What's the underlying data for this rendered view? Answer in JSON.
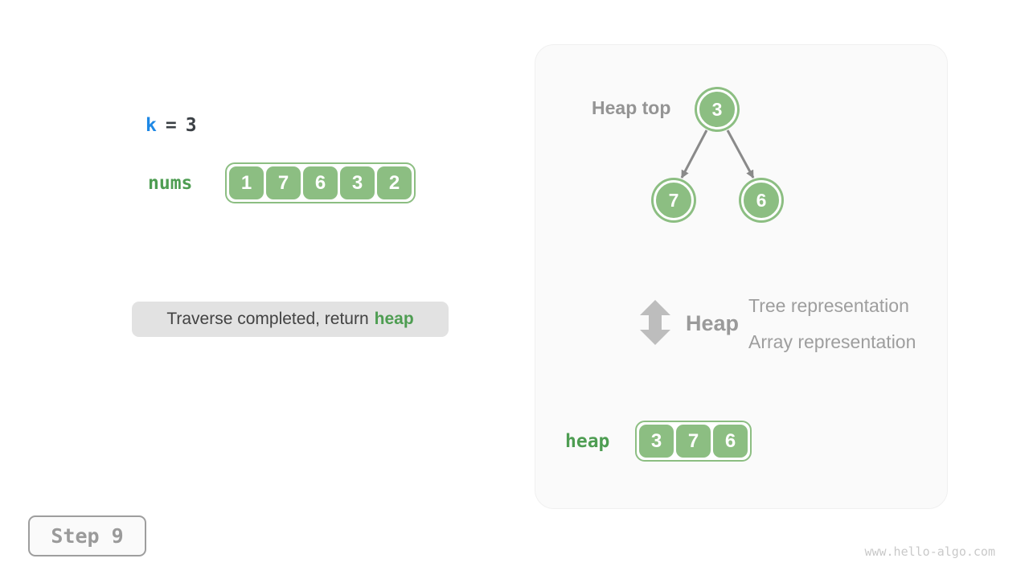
{
  "variables": {
    "k_name": "k",
    "equals": "=",
    "k_value": "3"
  },
  "nums": {
    "label": "nums",
    "values": [
      "1",
      "7",
      "6",
      "3",
      "2"
    ]
  },
  "caption": {
    "text": "Traverse completed, return",
    "highlight": "heap"
  },
  "panel": {
    "heap_top_label": "Heap top",
    "tree": {
      "root": "3",
      "left_child": "7",
      "right_child": "6"
    },
    "legend": {
      "icon": "up-down-arrow-icon",
      "title": "Heap",
      "line1": "Tree representation",
      "line2": "Array representation"
    },
    "heap": {
      "label": "heap",
      "values": [
        "3",
        "7",
        "6"
      ]
    }
  },
  "step": {
    "label": "Step 9"
  },
  "watermark": "www.hello-algo.com",
  "colors": {
    "node_green": "#8cbe82",
    "label_green": "#4e9d52",
    "k_blue": "#1e88e5",
    "gray_text": "#9e9e9e",
    "caption_bg": "#e2e2e2",
    "panel_bg": "#fafafa",
    "arrow_gray": "#8a8a8a"
  }
}
